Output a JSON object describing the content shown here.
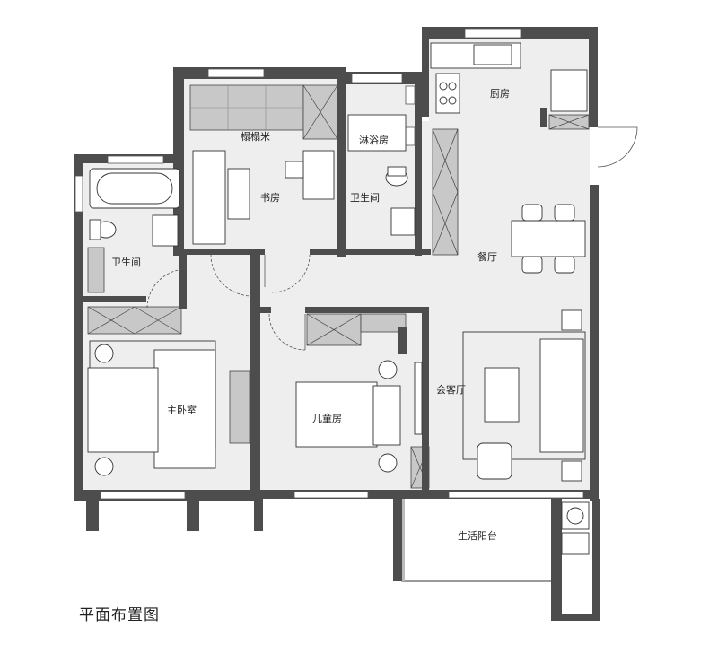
{
  "rooms": {
    "kitchen": "厨房",
    "tatami": "榻榻米",
    "shower": "淋浴房",
    "study": "书房",
    "bath_center": "卫生间",
    "bath_left": "卫生间",
    "dining": "餐厅",
    "living": "会客厅",
    "master": "主卧室",
    "kids": "儿童房",
    "balcony": "生活阳台"
  },
  "caption": "平面布置图",
  "colors": {
    "wall": "#4d4d4d",
    "floor": "#eeeeee",
    "cabinet": "#c8c8c8",
    "line": "#333333"
  }
}
